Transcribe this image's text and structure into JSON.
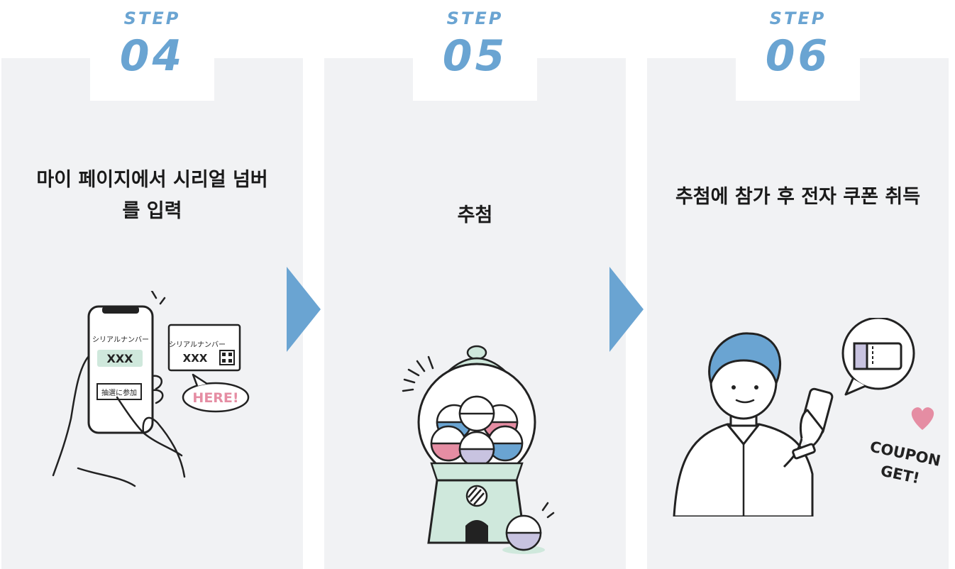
{
  "steps": [
    {
      "label": "STEP",
      "number": "04",
      "title_line1": "마이 페이지에서 시리얼 넘버",
      "title_line2": "를 입력",
      "phone_serial_label": "シリアルナンバー",
      "phone_code": "XXX",
      "phone_button": "抽選に参加",
      "card_serial_label": "シリアルナンバー",
      "card_code": "XXX",
      "bubble_text": "HERE!"
    },
    {
      "label": "STEP",
      "number": "05",
      "title": "추첨"
    },
    {
      "label": "STEP",
      "number": "06",
      "title": "추첨에 참가 후 전자 쿠폰 취득",
      "coupon_line1": "COUPON",
      "coupon_line2": "GET!"
    }
  ],
  "colors": {
    "accent_blue": "#6aa4d2",
    "panel_bg": "#f1f2f4",
    "mint": "#cfe8dc",
    "pink": "#e58da3",
    "lavender": "#c8c3e0",
    "text": "#1a1a1a"
  }
}
